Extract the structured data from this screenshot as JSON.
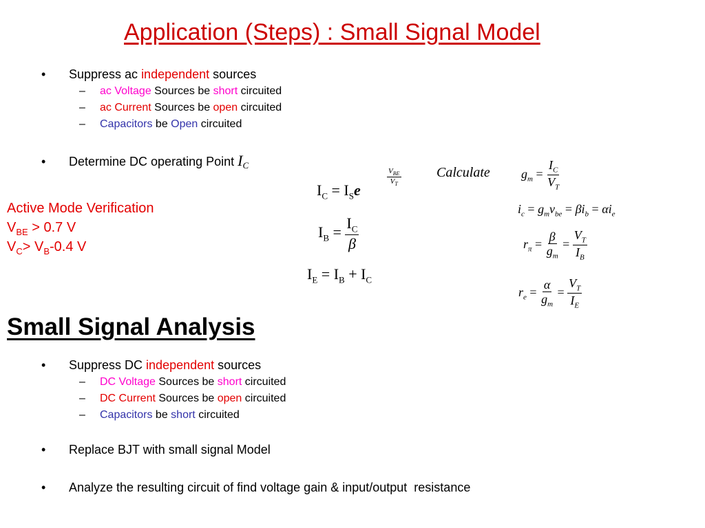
{
  "title": "Application (Steps) : Small Signal Model",
  "section1": {
    "bullet1": {
      "a": "Suppress ac ",
      "b": "independent",
      "c": " sources"
    },
    "sub1": {
      "a": "ac Voltage",
      "b": " Sources be ",
      "c": "short",
      "d": " circuited"
    },
    "sub2": {
      "a": "ac Current",
      "b": " Sources be ",
      "c": "open",
      "d": " circuited"
    },
    "sub3": {
      "a": "Capacitors",
      "b": " be ",
      "c": "Open",
      "d": " circuited"
    },
    "bullet2": {
      "text": "Determine DC operating Point ",
      "sym": "I",
      "sub": "C"
    }
  },
  "active": {
    "line1": "Active Mode Verification",
    "line2_v": "V",
    "line2_sub": "BE",
    "line2_rest": " > 0.7 V",
    "line3_v": "V",
    "line3_sub": "C",
    "line3_mid": "> V",
    "line3_sub2": "B",
    "line3_rest": "-0.4 V"
  },
  "equations": {
    "calculate": "Calculate"
  },
  "section2": {
    "heading": "Small Signal Analysis",
    "bullet1": {
      "a": "Suppress DC ",
      "b": "independent",
      "c": " sources"
    },
    "sub1": {
      "a": "DC Voltage",
      "b": " Sources be ",
      "c": "short",
      "d": " circuited"
    },
    "sub2": {
      "a": "DC Current",
      "b": " Sources be ",
      "c": "open",
      "d": " circuited"
    },
    "sub3": {
      "a": "Capacitors",
      "b": " be ",
      "c": "short",
      "d": " circuited"
    },
    "bullet2": "Replace BJT with small signal Model",
    "bullet3": "Analyze the resulting circuit of find voltage gain & input/output  resistance"
  },
  "glyphs": {
    "bullet": "•",
    "dash": "–"
  },
  "colors": {
    "title": "#cc0000",
    "red": "#e30000",
    "magenta": "#ff00cc",
    "blue": "#3333aa"
  }
}
